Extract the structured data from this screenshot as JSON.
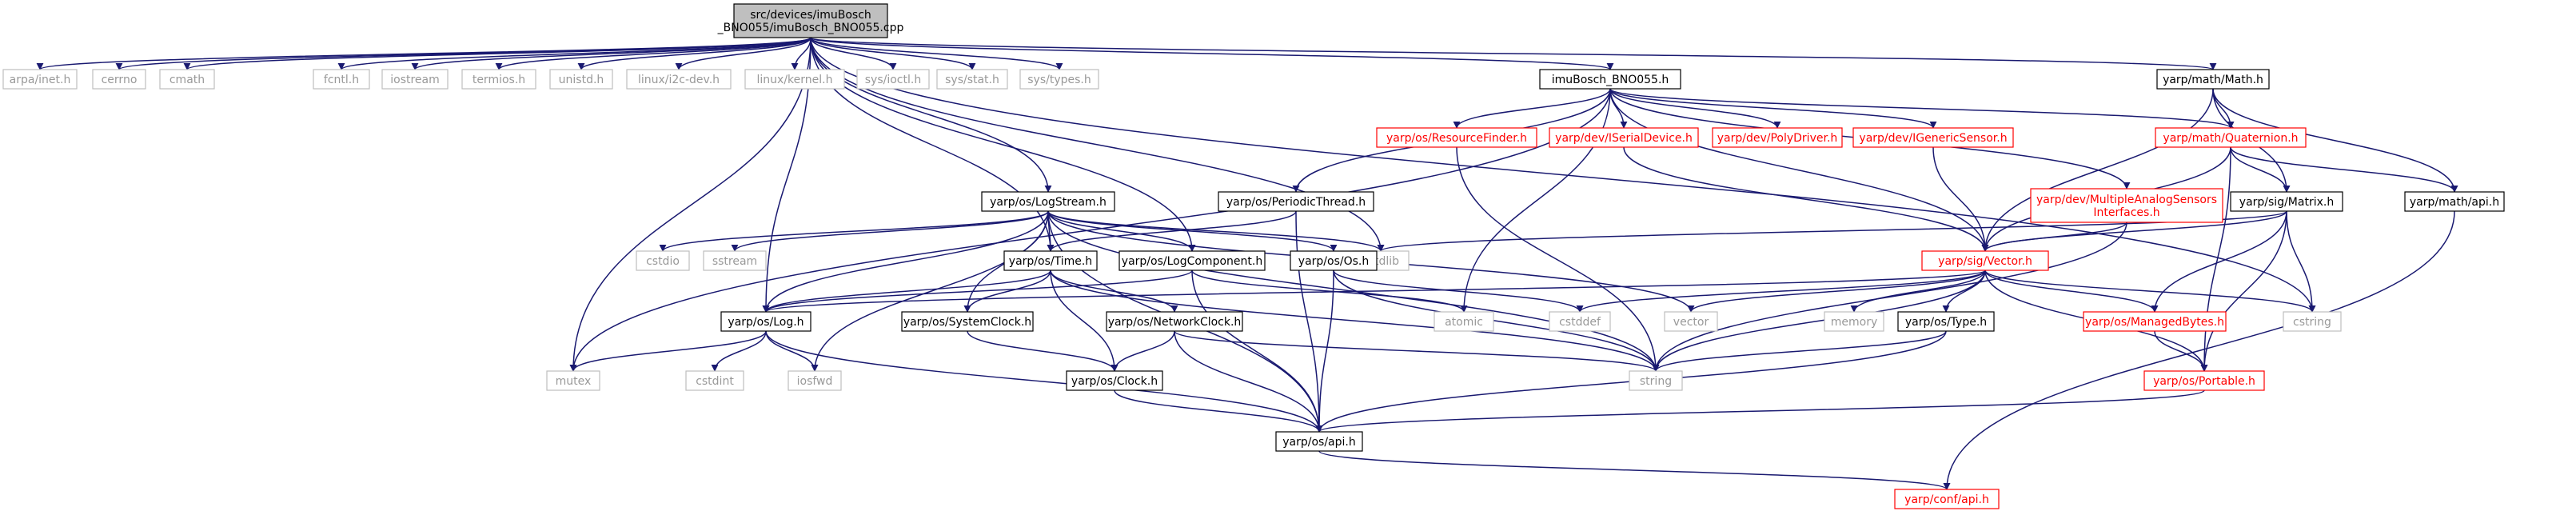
{
  "title": "src/devices/imuBosch_BNO055/imuBosch_BNO055.cpp",
  "colors": {
    "edge": "#191970",
    "root_fill": "#bfbfbf",
    "node_border": "#000000",
    "missing_border": "#bfbfbf",
    "missing_text": "#999999",
    "doc_border": "#ff0000",
    "doc_text": "#ff0000"
  },
  "nodes": [
    {
      "id": "root",
      "label": "src/devices/imuBosch\n_BNO055/imuBosch_BNO055.cpp",
      "kind": "root"
    },
    {
      "id": "arpa_inet",
      "label": "arpa/inet.h",
      "kind": "missing"
    },
    {
      "id": "cerrno",
      "label": "cerrno",
      "kind": "missing"
    },
    {
      "id": "cmath",
      "label": "cmath",
      "kind": "missing"
    },
    {
      "id": "fcntl",
      "label": "fcntl.h",
      "kind": "missing"
    },
    {
      "id": "iostream",
      "label": "iostream",
      "kind": "missing"
    },
    {
      "id": "termios",
      "label": "termios.h",
      "kind": "missing"
    },
    {
      "id": "unistd",
      "label": "unistd.h",
      "kind": "missing"
    },
    {
      "id": "i2cdev",
      "label": "linux/i2c-dev.h",
      "kind": "missing"
    },
    {
      "id": "lkernel",
      "label": "linux/kernel.h",
      "kind": "missing"
    },
    {
      "id": "ioctl",
      "label": "sys/ioctl.h",
      "kind": "missing"
    },
    {
      "id": "stat",
      "label": "sys/stat.h",
      "kind": "missing"
    },
    {
      "id": "systypes",
      "label": "sys/types.h",
      "kind": "missing"
    },
    {
      "id": "imu",
      "label": "imuBosch_BNO055.h",
      "kind": "normal"
    },
    {
      "id": "mathh",
      "label": "yarp/math/Math.h",
      "kind": "normal"
    },
    {
      "id": "resfinder",
      "label": "yarp/os/ResourceFinder.h",
      "kind": "doc"
    },
    {
      "id": "iserial",
      "label": "yarp/dev/ISerialDevice.h",
      "kind": "doc"
    },
    {
      "id": "polydriver",
      "label": "yarp/dev/PolyDriver.h",
      "kind": "doc"
    },
    {
      "id": "igeneric",
      "label": "yarp/dev/IGenericSensor.h",
      "kind": "doc"
    },
    {
      "id": "quaternion",
      "label": "yarp/math/Quaternion.h",
      "kind": "doc"
    },
    {
      "id": "periodic",
      "label": "yarp/os/PeriodicThread.h",
      "kind": "normal"
    },
    {
      "id": "logstream",
      "label": "yarp/os/LogStream.h",
      "kind": "normal"
    },
    {
      "id": "multianalog",
      "label": "yarp/dev/MultipleAnalogSensors\nInterfaces.h",
      "kind": "doc"
    },
    {
      "id": "matrix",
      "label": "yarp/sig/Matrix.h",
      "kind": "normal"
    },
    {
      "id": "mathapi",
      "label": "yarp/math/api.h",
      "kind": "normal"
    },
    {
      "id": "cstdio",
      "label": "cstdio",
      "kind": "missing"
    },
    {
      "id": "sstream",
      "label": "sstream",
      "kind": "missing"
    },
    {
      "id": "cstdlib",
      "label": "cstdlib",
      "kind": "missing"
    },
    {
      "id": "time",
      "label": "yarp/os/Time.h",
      "kind": "normal"
    },
    {
      "id": "logcomp",
      "label": "yarp/os/LogComponent.h",
      "kind": "normal"
    },
    {
      "id": "os",
      "label": "yarp/os/Os.h",
      "kind": "normal"
    },
    {
      "id": "vector_h",
      "label": "yarp/sig/Vector.h",
      "kind": "doc"
    },
    {
      "id": "log",
      "label": "yarp/os/Log.h",
      "kind": "normal"
    },
    {
      "id": "sysclock",
      "label": "yarp/os/SystemClock.h",
      "kind": "normal"
    },
    {
      "id": "netclock",
      "label": "yarp/os/NetworkClock.h",
      "kind": "normal"
    },
    {
      "id": "atomic",
      "label": "atomic",
      "kind": "missing"
    },
    {
      "id": "cstddef",
      "label": "cstddef",
      "kind": "missing"
    },
    {
      "id": "vector",
      "label": "vector",
      "kind": "missing"
    },
    {
      "id": "memory",
      "label": "memory",
      "kind": "missing"
    },
    {
      "id": "type",
      "label": "yarp/os/Type.h",
      "kind": "normal"
    },
    {
      "id": "managed",
      "label": "yarp/os/ManagedBytes.h",
      "kind": "doc"
    },
    {
      "id": "cstring",
      "label": "cstring",
      "kind": "missing"
    },
    {
      "id": "mutex",
      "label": "mutex",
      "kind": "missing"
    },
    {
      "id": "cstdint",
      "label": "cstdint",
      "kind": "missing"
    },
    {
      "id": "iosfwd",
      "label": "iosfwd",
      "kind": "missing"
    },
    {
      "id": "string",
      "label": "string",
      "kind": "missing"
    },
    {
      "id": "clock",
      "label": "yarp/os/Clock.h",
      "kind": "normal"
    },
    {
      "id": "portable",
      "label": "yarp/os/Portable.h",
      "kind": "doc"
    },
    {
      "id": "osapi",
      "label": "yarp/os/api.h",
      "kind": "normal"
    },
    {
      "id": "confapi",
      "label": "yarp/conf/api.h",
      "kind": "doc"
    }
  ],
  "edges": [
    [
      "root",
      "arpa_inet"
    ],
    [
      "root",
      "cerrno"
    ],
    [
      "root",
      "cmath"
    ],
    [
      "root",
      "fcntl"
    ],
    [
      "root",
      "iostream"
    ],
    [
      "root",
      "termios"
    ],
    [
      "root",
      "unistd"
    ],
    [
      "root",
      "i2cdev"
    ],
    [
      "root",
      "lkernel"
    ],
    [
      "root",
      "ioctl"
    ],
    [
      "root",
      "stat"
    ],
    [
      "root",
      "systypes"
    ],
    [
      "root",
      "imu"
    ],
    [
      "root",
      "mathh"
    ],
    [
      "root",
      "logstream"
    ],
    [
      "root",
      "log"
    ],
    [
      "root",
      "mutex"
    ],
    [
      "root",
      "cstdlib"
    ],
    [
      "root",
      "cstring"
    ],
    [
      "root",
      "time"
    ],
    [
      "root",
      "logcomp"
    ],
    [
      "imu",
      "resfinder"
    ],
    [
      "imu",
      "iserial"
    ],
    [
      "imu",
      "polydriver"
    ],
    [
      "imu",
      "igeneric"
    ],
    [
      "imu",
      "quaternion"
    ],
    [
      "imu",
      "periodic"
    ],
    [
      "imu",
      "multianalog"
    ],
    [
      "imu",
      "vector_h"
    ],
    [
      "imu",
      "mutex"
    ],
    [
      "imu",
      "atomic"
    ],
    [
      "mathh",
      "quaternion"
    ],
    [
      "mathh",
      "matrix"
    ],
    [
      "mathh",
      "mathapi"
    ],
    [
      "mathh",
      "vector_h"
    ],
    [
      "quaternion",
      "matrix"
    ],
    [
      "quaternion",
      "mathapi"
    ],
    [
      "quaternion",
      "vector_h"
    ],
    [
      "quaternion",
      "portable"
    ],
    [
      "resfinder",
      "string"
    ],
    [
      "iserial",
      "vector_h"
    ],
    [
      "igeneric",
      "vector_h"
    ],
    [
      "multianalog",
      "vector_h"
    ],
    [
      "multianalog",
      "string"
    ],
    [
      "matrix",
      "vector_h"
    ],
    [
      "matrix",
      "managed"
    ],
    [
      "matrix",
      "cstdlib"
    ],
    [
      "matrix",
      "cstring"
    ],
    [
      "matrix",
      "portable"
    ],
    [
      "mathapi",
      "confapi"
    ],
    [
      "periodic",
      "time"
    ],
    [
      "periodic",
      "osapi"
    ],
    [
      "logstream",
      "cstdio"
    ],
    [
      "logstream",
      "sstream"
    ],
    [
      "logstream",
      "cstdlib"
    ],
    [
      "logstream",
      "time"
    ],
    [
      "logstream",
      "logcomp"
    ],
    [
      "logstream",
      "os"
    ],
    [
      "logstream",
      "log"
    ],
    [
      "logstream",
      "sysclock"
    ],
    [
      "logstream",
      "iosfwd"
    ],
    [
      "logstream",
      "osapi"
    ],
    [
      "logstream",
      "string"
    ],
    [
      "logstream",
      "vector"
    ],
    [
      "time",
      "sysclock"
    ],
    [
      "time",
      "netclock"
    ],
    [
      "time",
      "clock"
    ],
    [
      "time",
      "string"
    ],
    [
      "time",
      "log"
    ],
    [
      "logcomp",
      "log"
    ],
    [
      "logcomp",
      "atomic"
    ],
    [
      "logcomp",
      "osapi"
    ],
    [
      "os",
      "cstddef"
    ],
    [
      "os",
      "string"
    ],
    [
      "os",
      "osapi"
    ],
    [
      "vector_h",
      "log"
    ],
    [
      "vector_h",
      "cstddef"
    ],
    [
      "vector_h",
      "vector"
    ],
    [
      "vector_h",
      "memory"
    ],
    [
      "vector_h",
      "type"
    ],
    [
      "vector_h",
      "managed"
    ],
    [
      "vector_h",
      "portable"
    ],
    [
      "vector_h",
      "string"
    ],
    [
      "vector_h",
      "cstring"
    ],
    [
      "log",
      "mutex"
    ],
    [
      "log",
      "cstdint"
    ],
    [
      "log",
      "iosfwd"
    ],
    [
      "log",
      "osapi"
    ],
    [
      "sysclock",
      "clock"
    ],
    [
      "netclock",
      "clock"
    ],
    [
      "netclock",
      "osapi"
    ],
    [
      "netclock",
      "string"
    ],
    [
      "clock",
      "osapi"
    ],
    [
      "type",
      "string"
    ],
    [
      "type",
      "osapi"
    ],
    [
      "managed",
      "portable"
    ],
    [
      "portable",
      "osapi"
    ],
    [
      "osapi",
      "confapi"
    ]
  ]
}
